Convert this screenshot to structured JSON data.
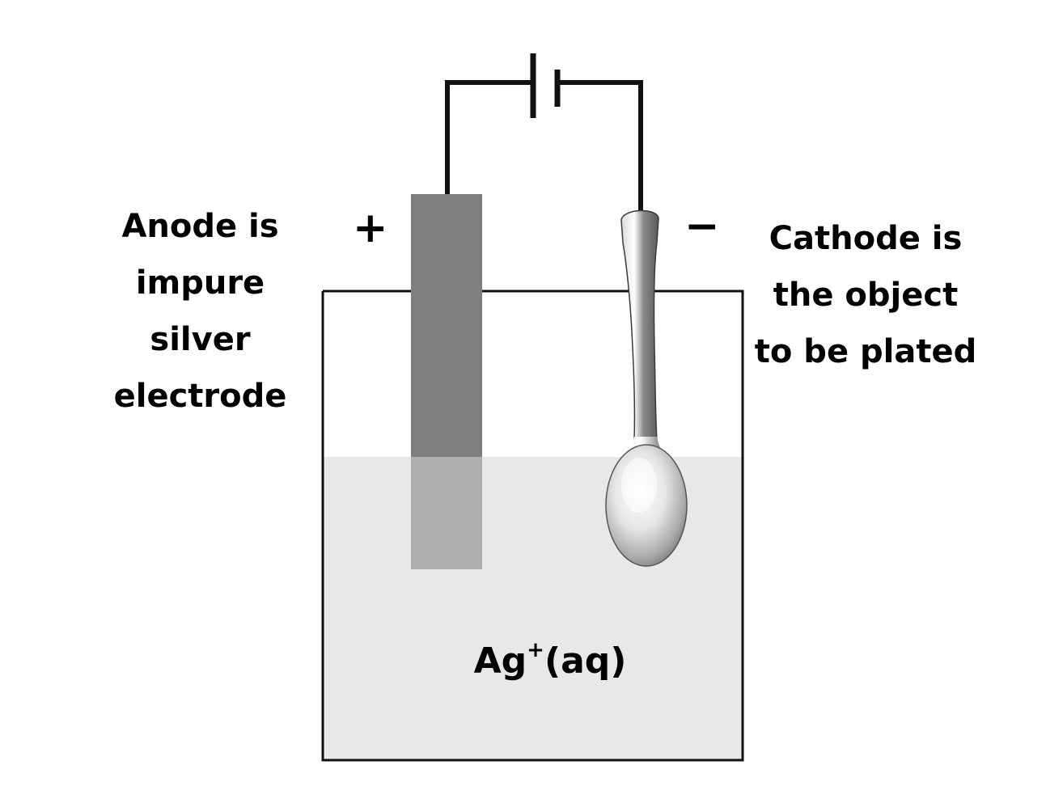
{
  "anode_label": {
    "line1": "Anode is",
    "line2": "impure",
    "line3": "silver",
    "line4": "electrode"
  },
  "cathode_label": {
    "line1": "Cathode is",
    "line2": "the object",
    "line3": "to be plated"
  },
  "anode_sign": "+",
  "cathode_sign": "−",
  "electrolyte": {
    "base": "Ag",
    "charge": "+",
    "state": "(aq)"
  },
  "colors": {
    "anode_rod": "#7f7f7f",
    "anode_rod_submerged": "#b0b0b0",
    "solution": "#e8e8e8",
    "wire": "#111111",
    "beaker_outline": "#111111"
  }
}
